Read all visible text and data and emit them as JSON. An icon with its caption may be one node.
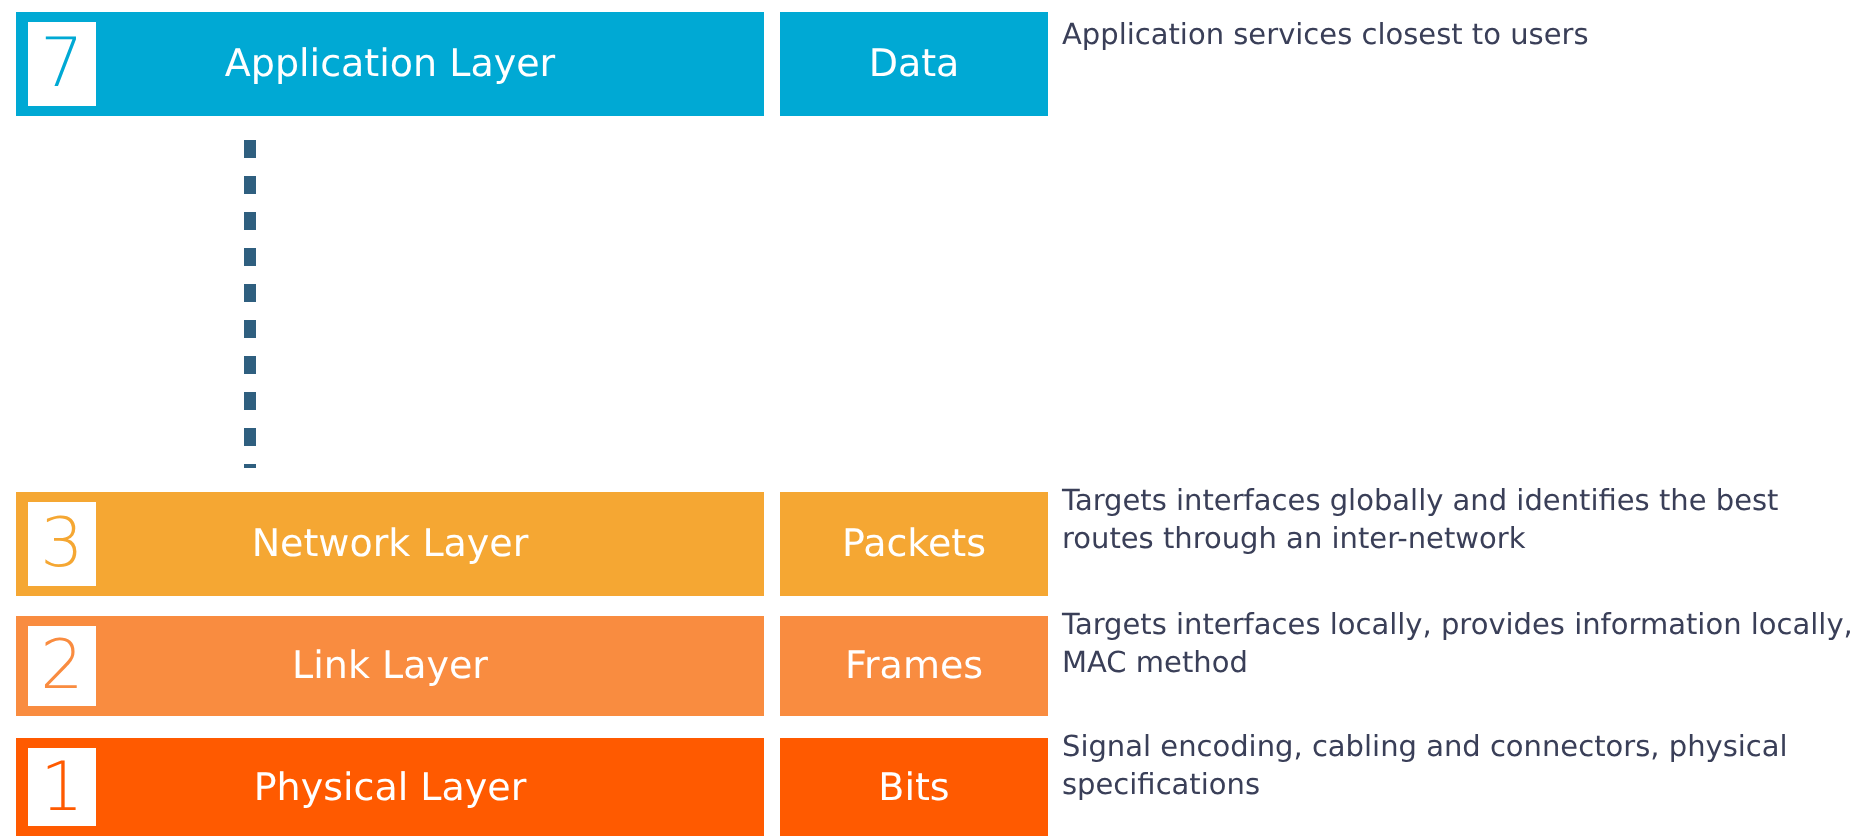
{
  "diagram": {
    "nodes": [
      {
        "text": [
          "7",
          "Application Layer"
        ]
      },
      {
        "text": [
          "Data"
        ],
        "beside": [
          "Application services closest to users"
        ]
      },
      {
        "text": [
          "3",
          "Network Layer"
        ]
      },
      {
        "text": [
          "Packets"
        ],
        "beside": [
          "Targets interfaces globally and identifies the best routes through an inter-network"
        ]
      },
      {
        "text": [
          "2",
          "Link Layer"
        ]
      },
      {
        "text": [
          "Frames"
        ],
        "beside": [
          "Targets interfaces locally, provides information locally, MAC method"
        ]
      },
      {
        "text": [
          "1",
          "Physical Layer"
        ]
      },
      {
        "text": [
          "Bits"
        ],
        "beside": [
          "Signal encoding, cabling and connectors, physical specifications"
        ]
      }
    ],
    "edges": [
      {
        "from": 0,
        "to": 2,
        "arrow": "none",
        "style": "dashed"
      }
    ]
  }
}
